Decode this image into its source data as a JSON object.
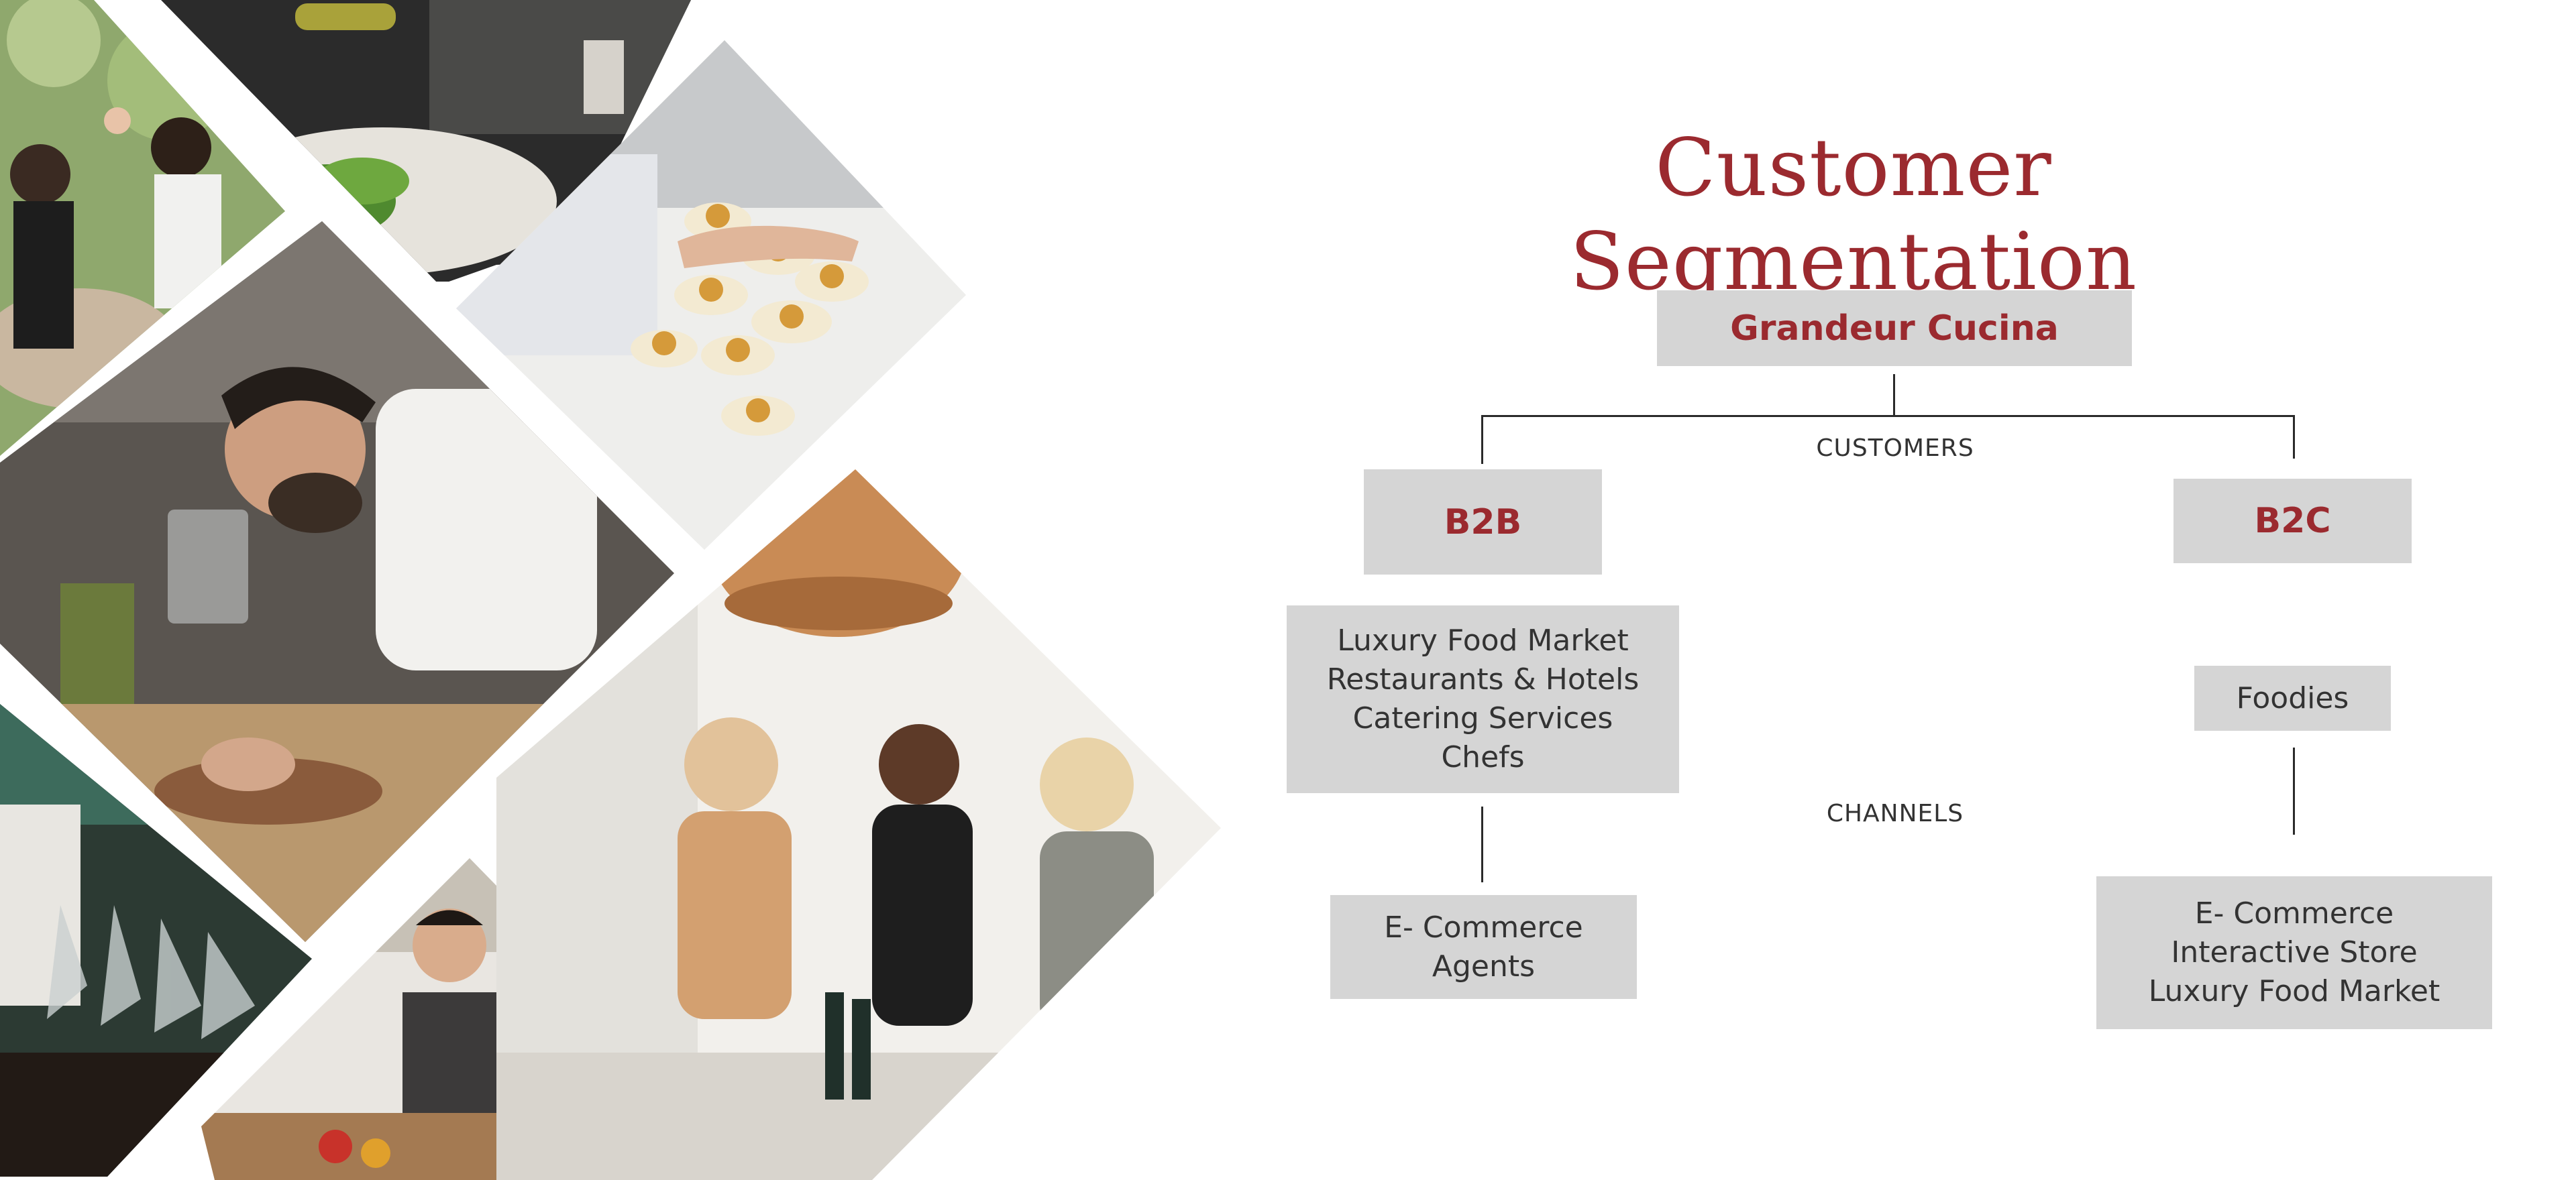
{
  "title": "Customer Segmentation",
  "colors": {
    "accent": "#9b2a2f",
    "box": "#d5d5d5",
    "text": "#333333",
    "line": "#2a2a2a"
  },
  "root": {
    "label": "Grandeur Cucina"
  },
  "customers_label": "CUSTOMERS",
  "channels_label": "CHANNELS",
  "b2b": {
    "label": "B2B",
    "customers": [
      "Luxury Food Market",
      "Restaurants & Hotels",
      "Catering Services",
      "Chefs"
    ],
    "channels": [
      "E- Commerce",
      "Agents"
    ]
  },
  "b2c": {
    "label": "B2C",
    "customers": [
      "Foodies"
    ],
    "channels": [
      "E- Commerce",
      "Interactive Store",
      "Luxury Food Market"
    ]
  }
}
